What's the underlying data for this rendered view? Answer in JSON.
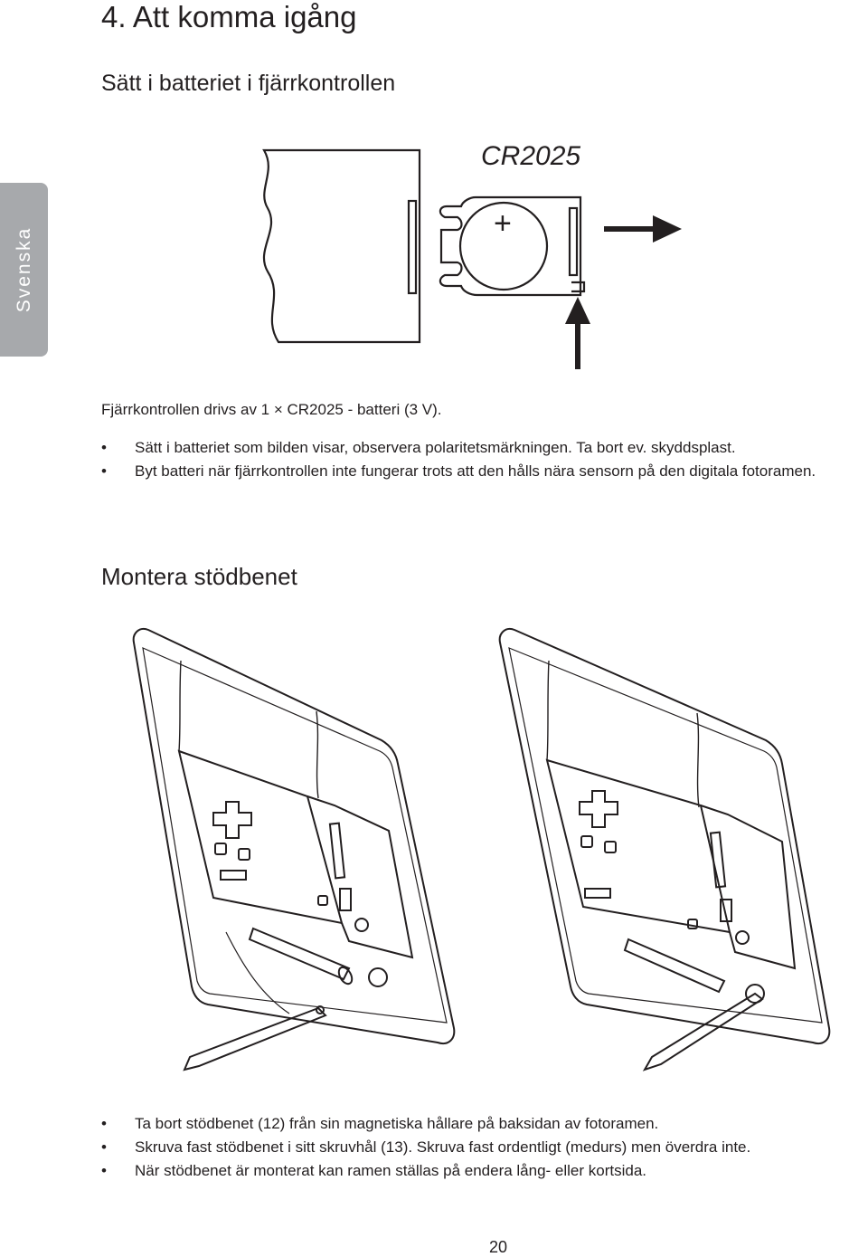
{
  "page": {
    "title": "4. Att komma igång",
    "side_tab": "Svenska",
    "page_number": "20"
  },
  "section_remote": {
    "heading": "Sätt i batteriet i fjärrkontrollen",
    "battery_label": "CR2025",
    "plus_sign": "+",
    "intro": "Fjärrkontrollen drivs av 1 × CR2025 - batteri (3 V).",
    "bullets": [
      "Sätt i batteriet som bilden visar, observera polaritetsmärkningen. Ta bort ev. skyddsplast.",
      "Byt batteri när fjärrkontrollen inte fungerar trots att den hålls nära sensorn på den digitala fotoramen."
    ]
  },
  "section_stand": {
    "heading": "Montera stödbenet",
    "bullets": [
      "Ta bort stödbenet (12) från sin magnetiska hållare på baksidan av fotoramen.",
      "Skruva fast stödbenet i sitt skruvhål (13). Skruva fast ordentligt (medurs) men överdra inte.",
      "När stödbenet är monterat kan ramen ställas på endera lång- eller kortsida."
    ]
  },
  "bullet_glyph": "•"
}
